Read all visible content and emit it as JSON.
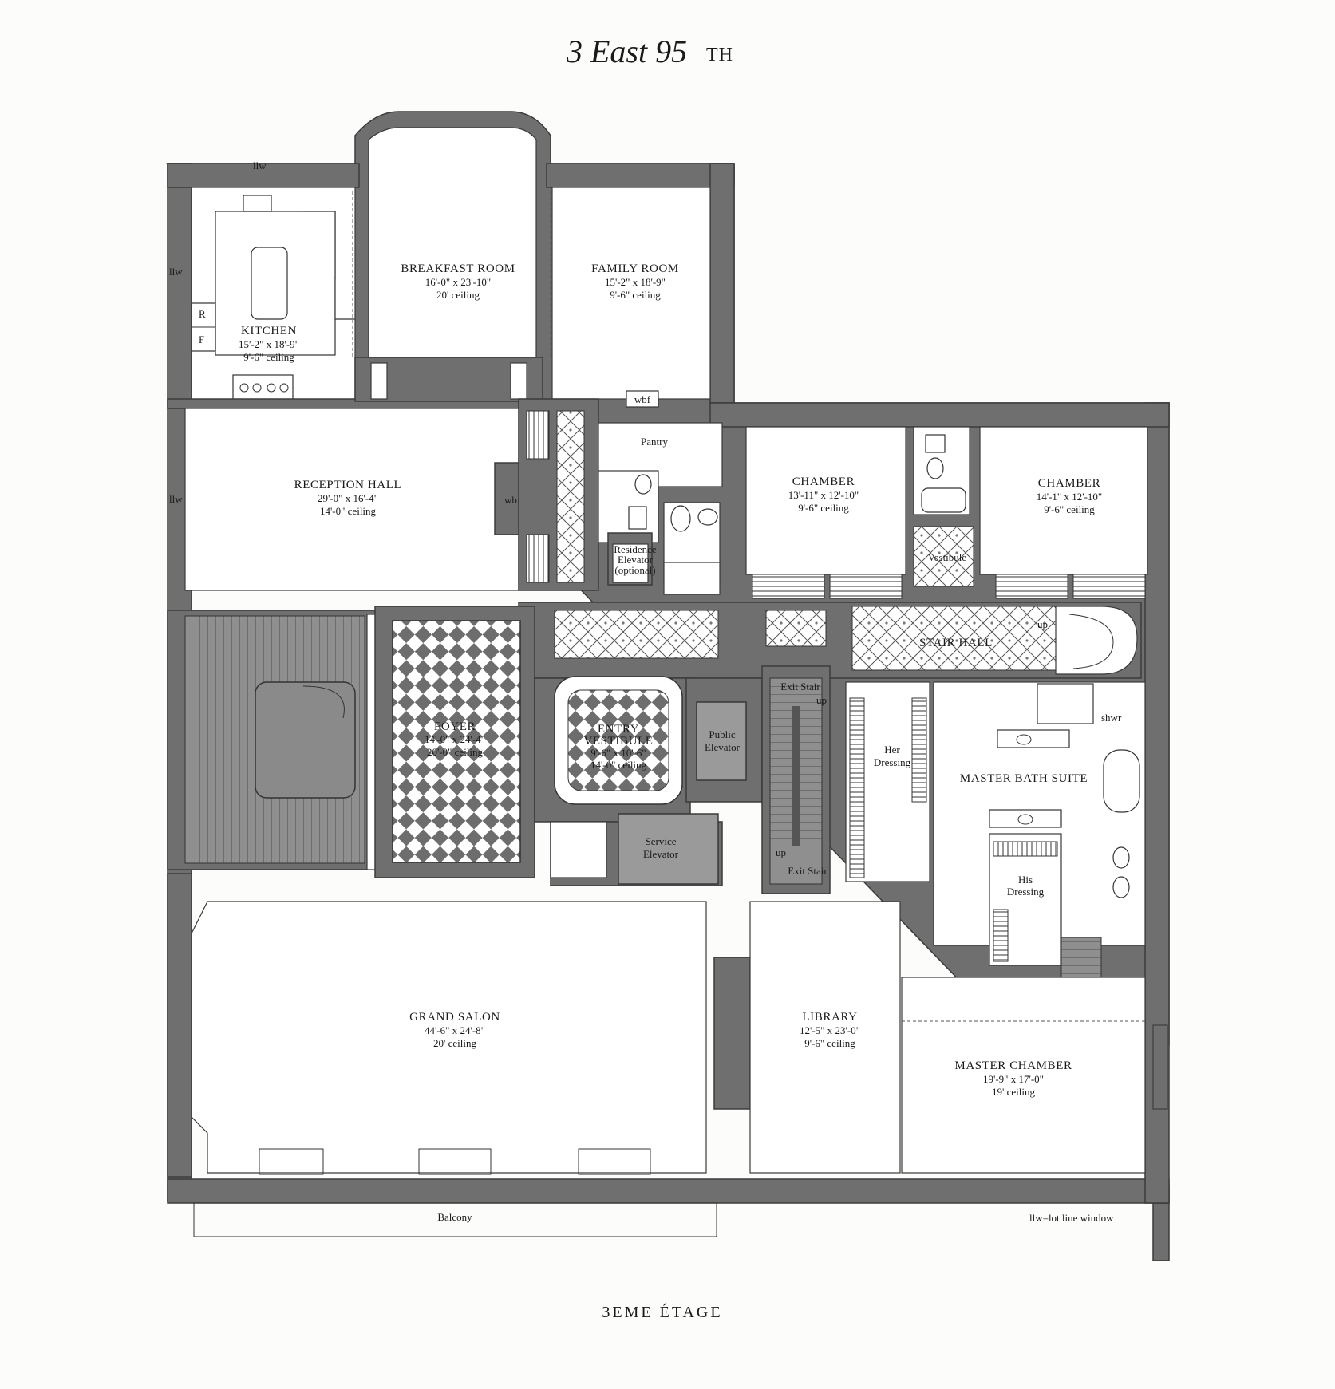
{
  "title": {
    "main": "3 East 95",
    "suffix": "TH"
  },
  "footer": {
    "label": "3EME ÉTAGE"
  },
  "legend": {
    "text": "llw=lot line window"
  },
  "rooms": {
    "kitchen": {
      "name": "KITCHEN",
      "dims": "15'-2\" x 18'-9\"",
      "ceiling": "9'-6\" ceiling"
    },
    "breakfast_room": {
      "name": "BREAKFAST ROOM",
      "dims": "16'-0\" x 23'-10\"",
      "ceiling": "20' ceiling"
    },
    "family_room": {
      "name": "FAMILY ROOM",
      "dims": "15'-2\" x 18'-9\"",
      "ceiling": "9'-6\" ceiling"
    },
    "reception_hall": {
      "name": "RECEPTION HALL",
      "dims": "29'-0\" x 16'-4\"",
      "ceiling": "14'-0\" ceiling"
    },
    "chamber_1": {
      "name": "CHAMBER",
      "dims": "13'-11\" x 12'-10\"",
      "ceiling": "9'-6\" ceiling"
    },
    "chamber_2": {
      "name": "CHAMBER",
      "dims": "14'-1\" x 12'-10\"",
      "ceiling": "9'-6\" ceiling"
    },
    "foyer": {
      "name": "FOYER",
      "dims": "14'-0\" x 24'-4\"",
      "ceiling": "20'-0\" ceiling"
    },
    "entry_vestibule": {
      "name": "ENTRY",
      "name2": "VESTIBULE",
      "dims": "9'-6\" x 10'-6\"",
      "ceiling": "14'-0\" ceiling"
    },
    "master_bath": {
      "name": "MASTER BATH SUITE"
    },
    "grand_salon": {
      "name": "GRAND SALON",
      "dims": "44'-6\" x 24'-8\"",
      "ceiling": "20' ceiling"
    },
    "library": {
      "name": "LIBRARY",
      "dims": "12'-5\" x 23'-0\"",
      "ceiling": "9'-6\" ceiling"
    },
    "master_chamber": {
      "name": "MASTER CHAMBER",
      "dims": "19'-9\" x 17'-0\"",
      "ceiling": "19' ceiling"
    }
  },
  "labels": {
    "llw": "llw",
    "r": "R",
    "f": "F",
    "wbf": "wbf",
    "pantry": "Pantry",
    "residence_elevator": [
      "Residence",
      "Elevator",
      "(optional)"
    ],
    "vestibule": "Vestibule",
    "stair_hall": "STAIR HALL",
    "up": "up",
    "shwr": "shwr",
    "exit_stair": "Exit Stair",
    "her_dressing": [
      "Her",
      "Dressing"
    ],
    "his_dressing": [
      "His",
      "Dressing"
    ],
    "public_elevator": [
      "Public",
      "Elevator"
    ],
    "service_elevator": [
      "Service",
      "Elevator"
    ],
    "balcony": "Balcony"
  }
}
